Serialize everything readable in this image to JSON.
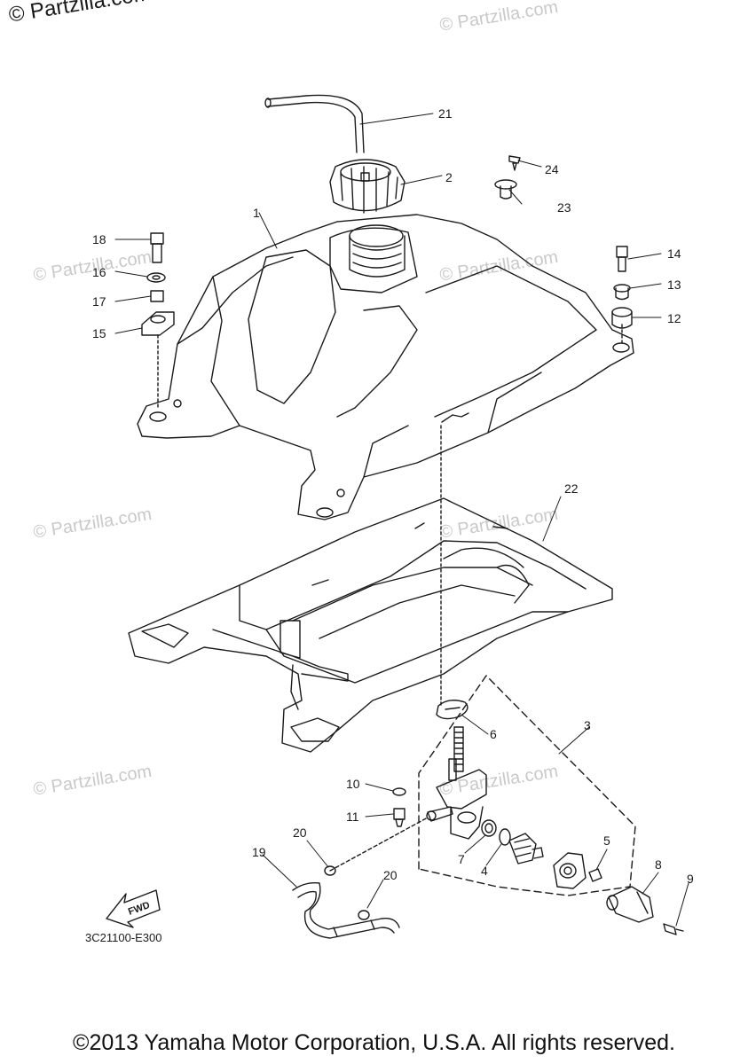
{
  "watermark_top": "© Partzilla.com",
  "watermark": "© Partzilla.com",
  "diagram_code": "3C21100-E300",
  "copyright": "©2013 Yamaha Motor Corporation, U.S.A. All rights reserved.",
  "fwd_label": "FWD",
  "callouts": [
    "1",
    "2",
    "3",
    "4",
    "5",
    "6",
    "7",
    "8",
    "9",
    "10",
    "11",
    "12",
    "13",
    "14",
    "15",
    "16",
    "17",
    "18",
    "19",
    "20",
    "20",
    "21",
    "22",
    "23",
    "24"
  ]
}
